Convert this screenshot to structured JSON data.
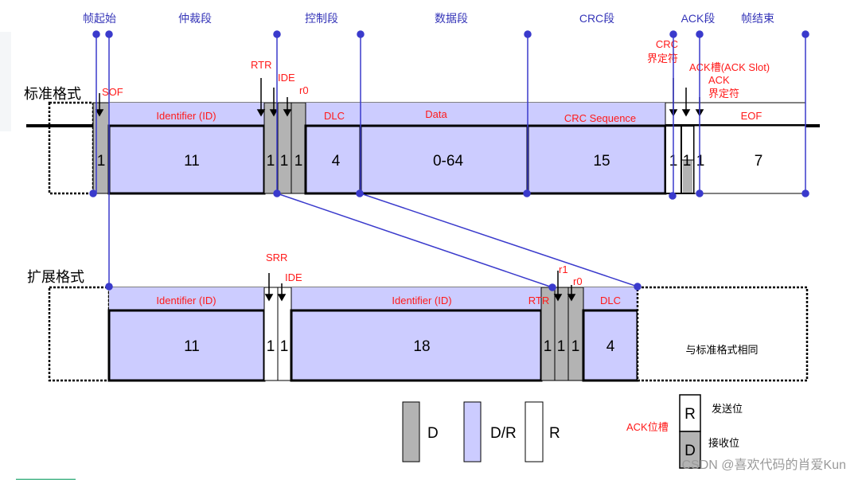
{
  "segments": [
    "帧起始",
    "仲裁段",
    "控制段",
    "数据段",
    "CRC段",
    "ACK段",
    "帧结束"
  ],
  "standard": {
    "title": "标准格式",
    "annotations": {
      "sof": "SOF",
      "rtr": "RTR",
      "ide": "IDE",
      "r0": "r0",
      "crc_delim": [
        "CRC",
        "界定符"
      ],
      "ack_slot": "ACK槽(ACK Slot)",
      "ack_delim": [
        "ACK",
        "界定符"
      ]
    },
    "fields": [
      {
        "name": "SOF",
        "bits": "1",
        "type": "D"
      },
      {
        "name": "Identifier (ID)",
        "bits": "11",
        "type": "D/R"
      },
      {
        "name": "RTR",
        "bits": "1",
        "type": "D"
      },
      {
        "name": "IDE",
        "bits": "1",
        "type": "D"
      },
      {
        "name": "r0",
        "bits": "1",
        "type": "D"
      },
      {
        "name": "DLC",
        "bits": "4",
        "type": "D/R"
      },
      {
        "name": "Data",
        "bits": "0-64",
        "type": "D/R"
      },
      {
        "name": "CRC Sequence",
        "bits": "15",
        "type": "D/R"
      },
      {
        "name": "CRC界定符",
        "bits": "1",
        "type": "R"
      },
      {
        "name": "ACK槽",
        "bits": "1",
        "type": "R/D"
      },
      {
        "name": "ACK界定符",
        "bits": "1",
        "type": "R"
      },
      {
        "name": "EOF",
        "bits": "7",
        "type": "R"
      }
    ]
  },
  "extended": {
    "title": "扩展格式",
    "annotations": {
      "srr": "SRR",
      "ide": "IDE",
      "rtr": "RTR",
      "r1": "r1",
      "r0": "r0"
    },
    "fields": [
      {
        "name": "Identifier (ID)",
        "bits": "11",
        "type": "D/R"
      },
      {
        "name": "SRR",
        "bits": "1",
        "type": "R"
      },
      {
        "name": "IDE",
        "bits": "1",
        "type": "R"
      },
      {
        "name": "Identifier (ID)",
        "bits": "18",
        "type": "D/R"
      },
      {
        "name": "RTR",
        "bits": "1",
        "type": "D"
      },
      {
        "name": "r1",
        "bits": "1",
        "type": "D"
      },
      {
        "name": "r0",
        "bits": "1",
        "type": "D"
      },
      {
        "name": "DLC",
        "bits": "4",
        "type": "D/R"
      }
    ],
    "rest_label": "与标准格式相同"
  },
  "legend": {
    "items": [
      {
        "label": "D",
        "color": "#b3b3b3"
      },
      {
        "label": "D/R",
        "color": "#ccccff"
      },
      {
        "label": "R",
        "color": "#ffffff"
      }
    ],
    "ack": {
      "title": "ACK位槽",
      "top": "R",
      "bottom": "D",
      "send": "发送位",
      "recv": "接收位"
    }
  },
  "colors": {
    "dominant": "#b3b3b3",
    "mixed": "#ccccff",
    "recessive": "#ffffff",
    "guide": "#3a3acc",
    "annotation": "#ff1a1a"
  },
  "watermark": "CSDN @喜欢代码的肖爱Kun"
}
